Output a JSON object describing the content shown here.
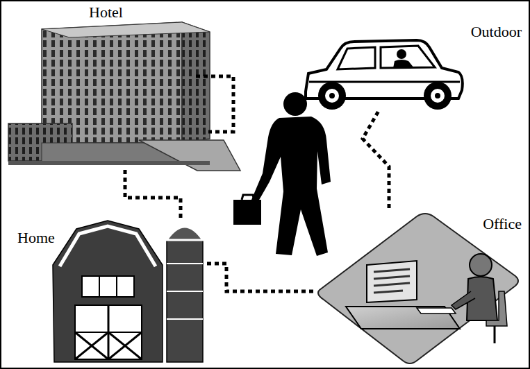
{
  "diagram": {
    "nodes": [
      {
        "text": [
          "Hotel"
        ]
      },
      {
        "text": [
          "Outdoor"
        ]
      },
      {
        "text": [
          "Home"
        ]
      },
      {
        "text": [
          "Office"
        ]
      }
    ],
    "edges": [
      {
        "from": 0,
        "to": 2,
        "arrow": "none"
      },
      {
        "from": 2,
        "to": 3,
        "arrow": "none"
      },
      {
        "from": 3,
        "to": 1,
        "arrow": "none"
      }
    ]
  }
}
